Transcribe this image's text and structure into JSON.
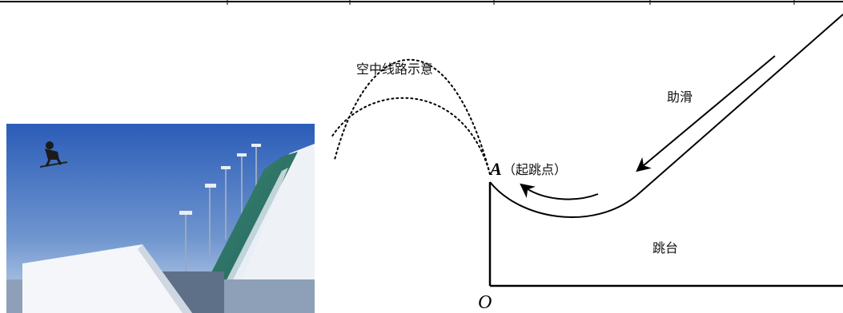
{
  "photo": {
    "description_icon": "ski-jump-photo"
  },
  "diagram": {
    "labels": {
      "air_path": "空中线路示意",
      "approach": "助滑",
      "point_letter": "A",
      "point_note": "（起跳点）",
      "platform": "跳台",
      "origin": "O"
    },
    "colors": {
      "line": "#000000",
      "sky_top": "#2f5fb8",
      "sky_bottom": "#b9cde8",
      "ramp_green": "#2f7a5a"
    }
  }
}
